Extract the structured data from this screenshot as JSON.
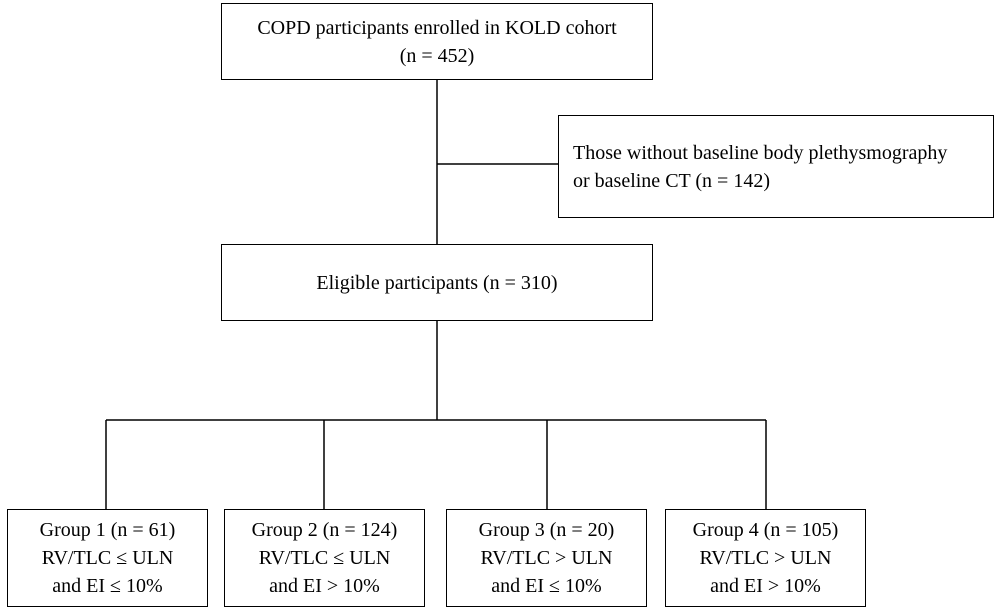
{
  "enrolled": {
    "line1": "COPD participants enrolled in KOLD cohort",
    "line2": "(n = 452)"
  },
  "excluded": {
    "line1": "Those without baseline body plethysmography",
    "line2": "or baseline CT (n = 142)"
  },
  "eligible": {
    "line1": "Eligible participants (n = 310)"
  },
  "groups": [
    {
      "title": "Group 1 (n = 61)",
      "rv": "RV/TLC ≤ ULN",
      "ei": "and EI ≤ 10%"
    },
    {
      "title": "Group 2 (n = 124)",
      "rv": "RV/TLC ≤ ULN",
      "ei": "and EI > 10%"
    },
    {
      "title": "Group 3 (n = 20)",
      "rv": "RV/TLC > ULN",
      "ei": "and EI ≤ 10%"
    },
    {
      "title": "Group 4 (n = 105)",
      "rv": "RV/TLC > ULN",
      "ei": "and EI > 10%"
    }
  ]
}
